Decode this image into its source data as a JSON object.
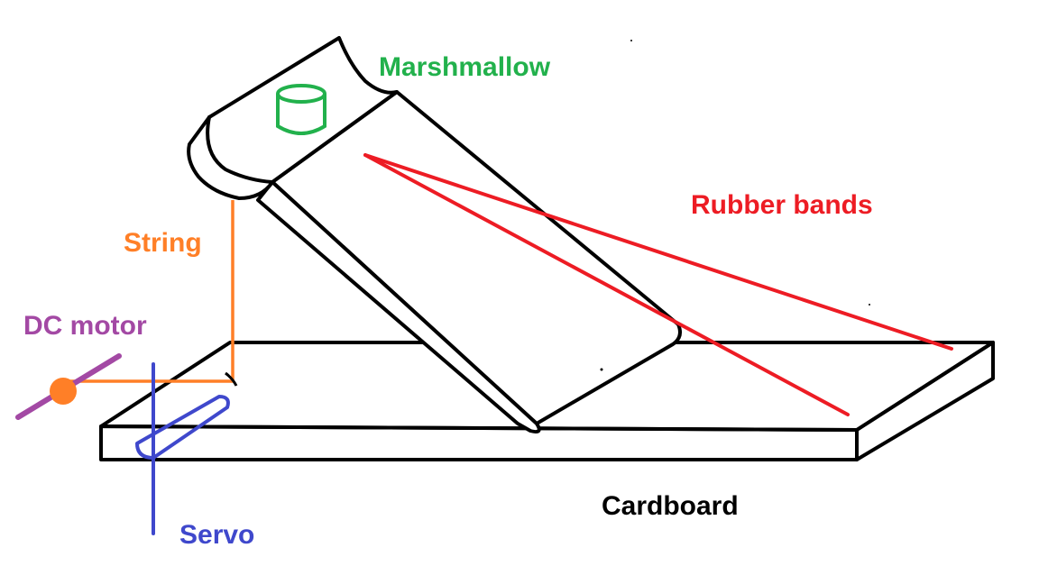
{
  "labels": {
    "marshmallow": "Marshmallow",
    "rubber_bands": "Rubber bands",
    "string": "String",
    "dc_motor": "DC motor",
    "servo": "Servo",
    "cardboard": "Cardboard"
  },
  "colors": {
    "outline": "#000000",
    "marshmallow": "#22b14c",
    "rubber_bands": "#ed1c24",
    "string": "#ff7f27",
    "dc_motor": "#a349a4",
    "servo": "#3f48cc",
    "cardboard": "#000000",
    "background": "#ffffff"
  }
}
